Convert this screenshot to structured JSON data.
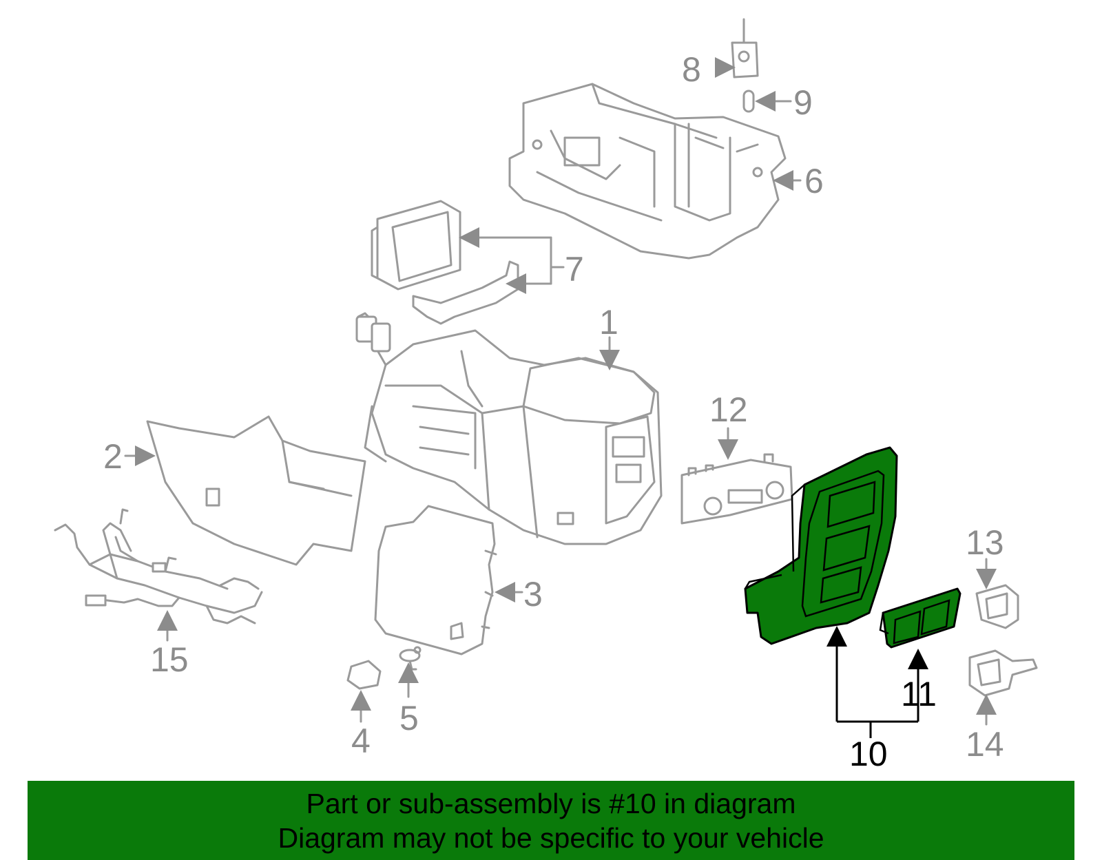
{
  "callouts": {
    "c1": "1",
    "c2": "2",
    "c3": "3",
    "c4": "4",
    "c5": "5",
    "c6": "6",
    "c7": "7",
    "c8": "8",
    "c9": "9",
    "c10": "10",
    "c11": "11",
    "c12": "12",
    "c13": "13",
    "c14": "14",
    "c15": "15"
  },
  "highlight": {
    "part": "10",
    "color": "#0a7a0a"
  },
  "banner": {
    "line1": "Part or sub-assembly is #10 in diagram",
    "line2": "Diagram may not be specific to your vehicle"
  }
}
